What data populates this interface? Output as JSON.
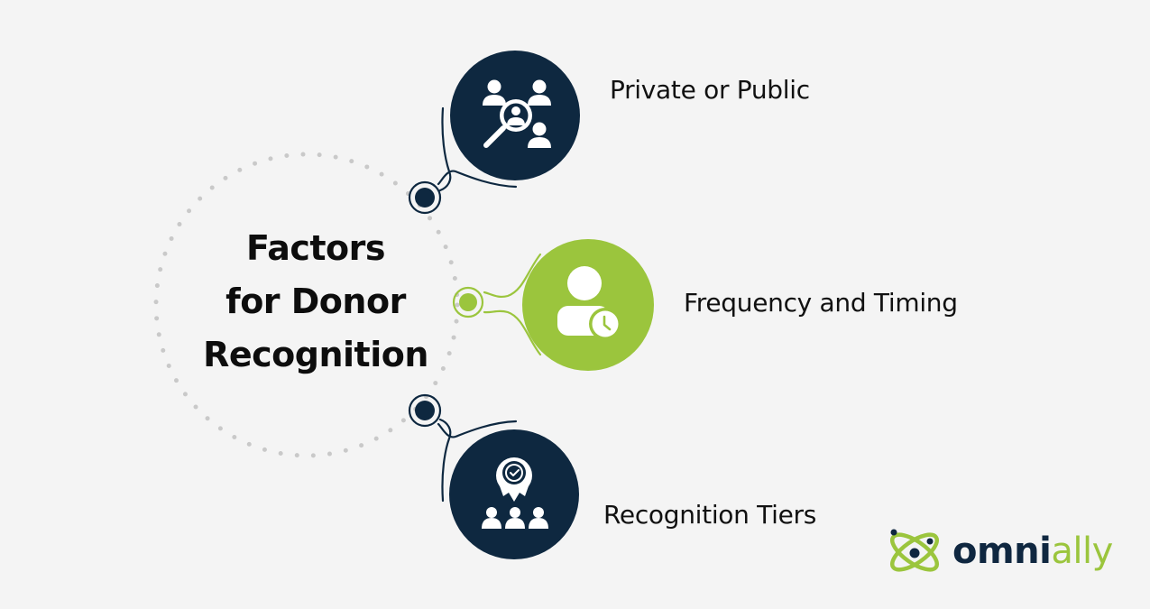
{
  "title": {
    "lines": [
      "Factors",
      "for Donor",
      "Recognition"
    ]
  },
  "factors": [
    {
      "label": "Private or Public",
      "icon": "people-search-icon",
      "color": "#0e2840"
    },
    {
      "label": "Frequency and Timing",
      "icon": "user-clock-icon",
      "color": "#9bc53d"
    },
    {
      "label": "Recognition Tiers",
      "icon": "award-group-icon",
      "color": "#0e2840"
    }
  ],
  "brand": {
    "name_part1": "omni",
    "name_part2": "ally",
    "icon": "atom-icon",
    "color_dark": "#0f2740",
    "color_accent": "#9bc53d"
  },
  "colors": {
    "background": "#f4f4f4",
    "navy": "#0e2840",
    "green": "#9bc53d",
    "dots": "#c8c8c8"
  }
}
